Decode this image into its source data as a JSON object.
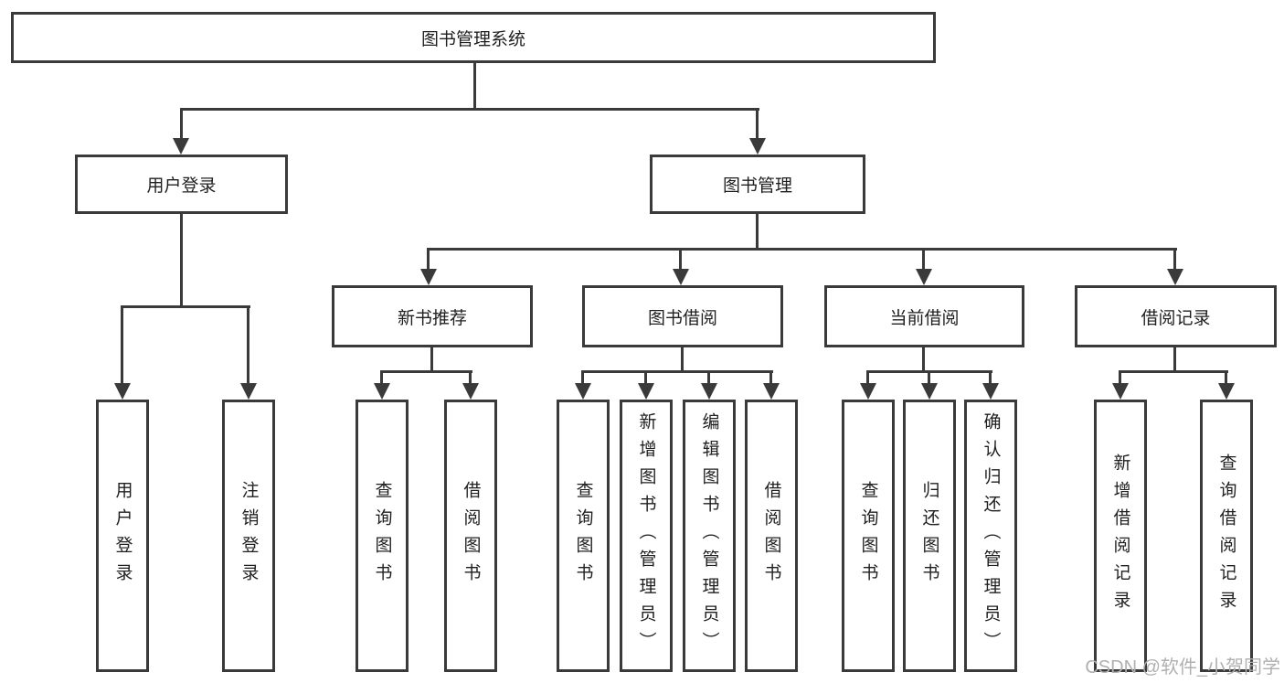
{
  "diagram": {
    "root": {
      "label": "图书管理系统"
    },
    "branches": [
      {
        "label": "用户登录",
        "leaves": [
          {
            "label": "用户登录"
          },
          {
            "label": "注销登录"
          }
        ]
      },
      {
        "label": "图书管理",
        "groups": [
          {
            "label": "新书推荐",
            "leaves": [
              {
                "label": "查询图书"
              },
              {
                "label": "借阅图书"
              }
            ]
          },
          {
            "label": "图书借阅",
            "leaves": [
              {
                "label": "查询图书"
              },
              {
                "label": "新增图书（管理员）"
              },
              {
                "label": "编辑图书（管理员）"
              },
              {
                "label": "借阅图书"
              }
            ]
          },
          {
            "label": "当前借阅",
            "leaves": [
              {
                "label": "查询图书"
              },
              {
                "label": "归还图书"
              },
              {
                "label": "确认归还（管理员）"
              }
            ]
          },
          {
            "label": "借阅记录",
            "leaves": [
              {
                "label": "新增借阅记录"
              },
              {
                "label": "查询借阅记录"
              }
            ]
          }
        ]
      }
    ],
    "watermark": "CSDN @软件_小贺同学",
    "colors": {
      "line": "#3a3a3a",
      "text": "#1f1f1f",
      "background": "#ffffff",
      "watermark": "#b0b0b0"
    }
  }
}
